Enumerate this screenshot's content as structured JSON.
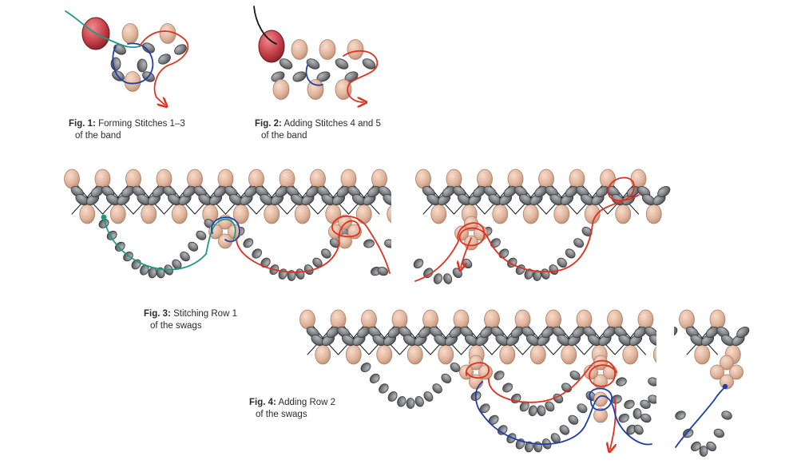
{
  "figures": [
    {
      "id": "fig1",
      "label": "Fig. 1:",
      "text": "Forming Stitches 1–3",
      "text2": "of the band"
    },
    {
      "id": "fig2",
      "label": "Fig. 2:",
      "text": "Adding Stitches 4 and 5",
      "text2": "of the band"
    },
    {
      "id": "fig3",
      "label": "Fig. 3:",
      "text": "Stitching Row 1",
      "text2": "of the swags"
    },
    {
      "id": "fig4",
      "label": "Fig. 4:",
      "text": "Adding Row 2",
      "text2": "of the swags"
    }
  ],
  "colors": {
    "tan_bead": "#e1b49c",
    "tan_edge": "#a8806a",
    "gray_bead": "#7d7f82",
    "gray_edge": "#3a3b3d",
    "red_bead": "#c8424a",
    "thread_black": "#1a1a1a",
    "thread_red": "#e0301e",
    "thread_teal": "#1e9a82",
    "thread_blue": "#1f3ea8"
  }
}
